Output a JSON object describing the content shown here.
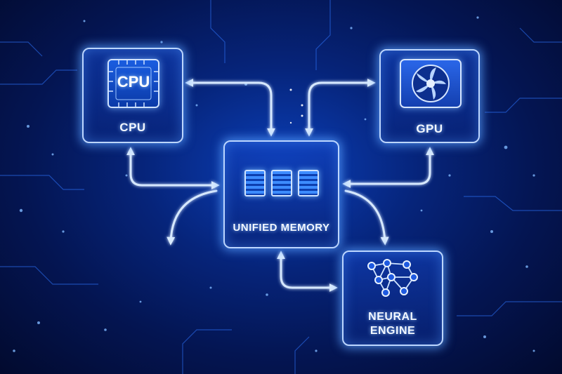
{
  "diagram": {
    "nodes": {
      "cpu": {
        "chip_text": "CPU",
        "label": "CPU"
      },
      "gpu": {
        "label": "GPU"
      },
      "memory": {
        "label": "UNIFIED MEMORY"
      },
      "neural_engine": {
        "label_line1": "NEURAL",
        "label_line2": "ENGINE"
      }
    },
    "edges": [
      {
        "from": "cpu",
        "to": "memory",
        "bidirectional": true
      },
      {
        "from": "gpu",
        "to": "memory",
        "bidirectional": true
      },
      {
        "from": "memory",
        "to": "neural_engine",
        "bidirectional": true
      }
    ]
  },
  "colors": {
    "background_center": "#0b3fb8",
    "background_edge": "#020a2e",
    "glow": "#8cc0ff",
    "line": "#cfe4ff"
  }
}
